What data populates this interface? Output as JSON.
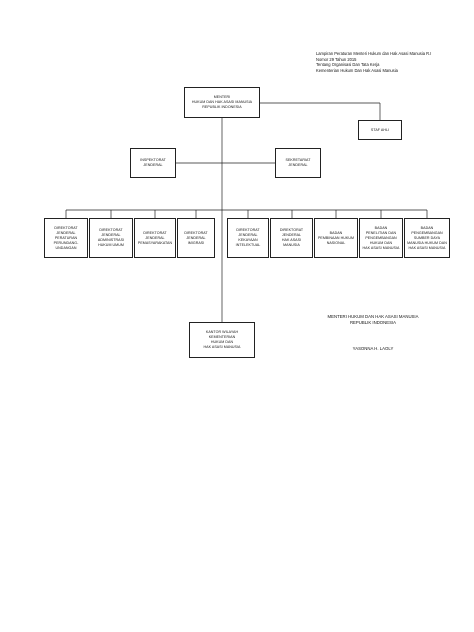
{
  "header": {
    "line1": "Lampiran Peraturan Menteri Hukum dan Hak Asasi Manusia  R.I",
    "line2": "Nomor    29  Tahun 2015",
    "line3": "Tentang Organisasi Dan Tata Kerja",
    "line4": "Kementerian Hukum Dan Hak Asasi Manusia"
  },
  "chart": {
    "minister": [
      "MENTERI",
      "HUKUM DAN HAK ASASI MANUSIA",
      "REPUBLIK INDONESIA"
    ],
    "staf_ahli": "STAF AHLI",
    "inspektorat": [
      "INSPEKTORAT",
      "JENDERAL"
    ],
    "sekretariat": [
      "SEKRETARIAT",
      "JENDERAL"
    ],
    "units": [
      [
        "DIREKTORAT",
        "JENDERAL",
        "PERATURAN",
        "PERUNDANG-",
        "UNDANGAN"
      ],
      [
        "DIREKTORAT",
        "JENDERAL",
        "ADMINISTRASI",
        "HUKUM UMUM"
      ],
      [
        "DIREKTORAT",
        "JENDERAL",
        "PEMASYARAKATAN"
      ],
      [
        "DIREKTORAT",
        "JENDERAL",
        "IMIGRASI"
      ],
      [
        "DIREKTORAT",
        "JENDERAL",
        "KEKAYAAN",
        "INTELEKTUAL"
      ],
      [
        "DIREKTORAT",
        "JENDERAL",
        "HAK ASASI",
        "MANUSIA"
      ],
      [
        "BADAN",
        "PEMBINAAN HUKUM",
        "NASIONAL"
      ],
      [
        "BADAN",
        "PENELITIAN DAN",
        "PENGEMBANGAN",
        "HUKUM DAN",
        "HAK ASASI MANUSIA"
      ],
      [
        "BADAN",
        "PENGEMBANGAN",
        "SUMBER DAYA",
        "MANUSIA HUKUM DAN",
        "HAK ASASI MANUSIA"
      ]
    ],
    "kanwil": [
      "KANTOR WILAYAH",
      "KEMENTERIAN",
      "HUKUM DAN",
      "HAK ASASI MANUSIA"
    ]
  },
  "signature": {
    "title1": "MENTERI HUKUM DAN HAK ASASI MANUSIA",
    "title2": "REPUBLIK INDONESIA",
    "name": "YASONNA H. LAOLY"
  }
}
